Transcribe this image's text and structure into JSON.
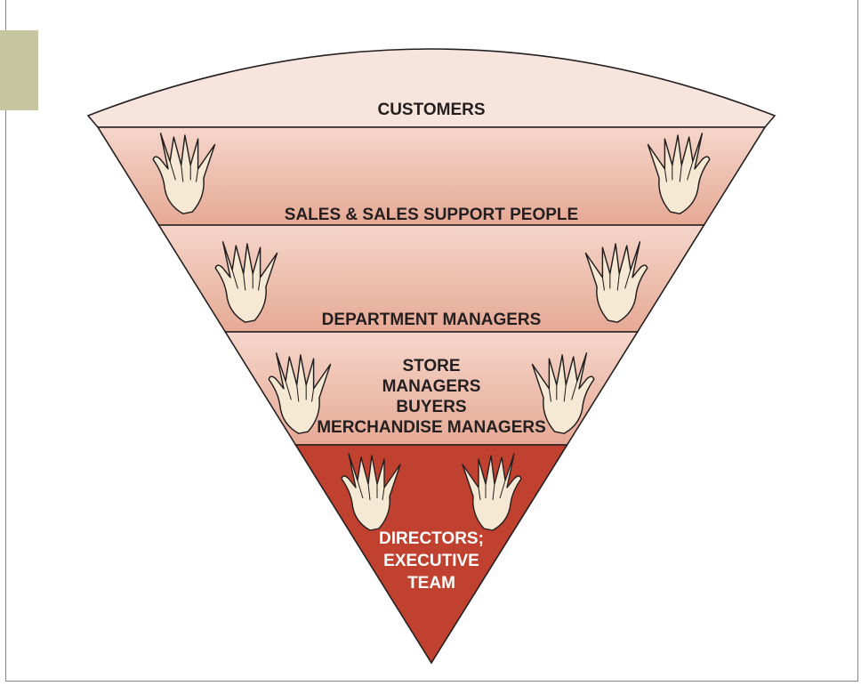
{
  "colors": {
    "tab": "#c7c4a0",
    "customers_fill": "#f7e4dc",
    "band_top": "#f5d6ca",
    "band_bottom": "#e6a995",
    "directors_fill": "#c0412f",
    "hand_fill": "#f6e9d4",
    "outline": "#231f20",
    "text_dark": "#231f20",
    "text_light": "#ffffff"
  },
  "diagram": {
    "tiers": [
      {
        "id": "customers",
        "lines": [
          "CUSTOMERS"
        ]
      },
      {
        "id": "sales",
        "lines": [
          "SALES & SALES SUPPORT PEOPLE"
        ]
      },
      {
        "id": "department",
        "lines": [
          "DEPARTMENT MANAGERS"
        ]
      },
      {
        "id": "store",
        "lines": [
          "STORE",
          "MANAGERS",
          "BUYERS",
          "MERCHANDISE MANAGERS"
        ]
      },
      {
        "id": "directors",
        "lines": [
          "DIRECTORS;",
          "EXECUTIVE",
          "TEAM"
        ]
      }
    ],
    "hand_icon": "upturned-hand-icon"
  }
}
